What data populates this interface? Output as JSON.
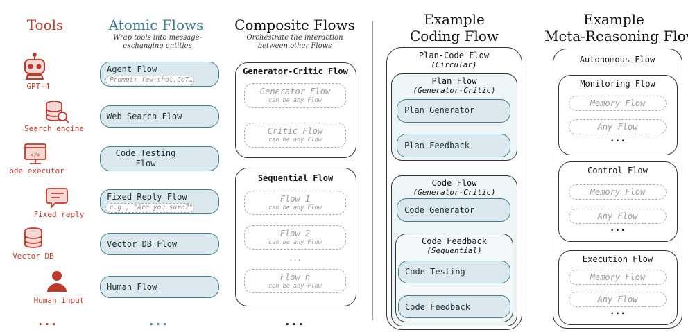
{
  "tools": {
    "header": "Tools",
    "items": [
      {
        "label": "GPT-4",
        "icon": "robot-icon"
      },
      {
        "label": "Search engine",
        "icon": "database-search-icon"
      },
      {
        "label": "ode executor",
        "icon": "code-monitor-icon"
      },
      {
        "label": "Fixed reply",
        "icon": "speech-bubble-icon"
      },
      {
        "label": "Vector DB",
        "icon": "database-icon"
      },
      {
        "label": "Human input",
        "icon": "person-icon"
      }
    ],
    "ellipsis": "..."
  },
  "atomic": {
    "header": "Atomic Flows",
    "subtitle": "Wrap tools into message-exchanging entities",
    "flows": [
      {
        "label": "Agent Flow",
        "prompt": "Prompt: few-shot,CoT…"
      },
      {
        "label": "Web Search Flow"
      },
      {
        "label": "Code Testing\nFlow"
      },
      {
        "label": "Fixed Reply Flow",
        "prompt": "e.g., \"Are you sure?\""
      },
      {
        "label": "Vector DB Flow"
      },
      {
        "label": "Human Flow"
      }
    ],
    "ellipsis": "..."
  },
  "composite": {
    "header": "Composite Flows",
    "subtitle": "Orchestrate the interaction between other Flows",
    "generator_critic": {
      "title": "Generator-Critic Flow",
      "boxes": [
        {
          "label": "Generator Flow",
          "sub": "can be any Flow"
        },
        {
          "label": "Critic Flow",
          "sub": "can be any Flow"
        }
      ]
    },
    "sequential": {
      "title": "Sequential Flow",
      "boxes": [
        {
          "label": "Flow 1",
          "sub": "can be any Flow"
        },
        {
          "label": "Flow 2",
          "sub": "can be any Flow"
        },
        {
          "label": "Flow n",
          "sub": "can be any Flow"
        }
      ],
      "ellipsis": "..."
    },
    "ellipsis": "..."
  },
  "coding": {
    "header_line1": "Example",
    "header_line2": "Coding Flow",
    "outer_title": "Plan-Code Flow",
    "outer_sub": "(Circular)",
    "plan": {
      "title": "Plan Flow",
      "sub": "(Generator-Critic)",
      "generator": "Plan Generator",
      "feedback": "Plan Feedback"
    },
    "code": {
      "title": "Code Flow",
      "sub": "(Generator-Critic)",
      "generator": "Code Generator"
    },
    "feedback": {
      "title": "Code Feedback",
      "sub": "(Sequential)",
      "testing": "Code Testing",
      "feedback": "Code Feedback"
    }
  },
  "meta": {
    "header_line1": "Example",
    "header_line2": "Meta-Reasoning Flow",
    "outer_title": "Autonomous Flow",
    "panels": [
      {
        "title": "Monitoring Flow",
        "items": [
          "Memory Flow",
          "Any Flow"
        ],
        "ellipsis": "..."
      },
      {
        "title": "Control Flow",
        "items": [
          "Memory Flow",
          "Any Flow"
        ],
        "ellipsis": "..."
      },
      {
        "title": "Execution Flow",
        "items": [
          "Memory Flow",
          "Any Flow"
        ],
        "ellipsis": "..."
      }
    ]
  },
  "colors": {
    "tools": "#c0392b",
    "atomic": "#3c7d92",
    "pill_fill": "#dbe9ef"
  }
}
